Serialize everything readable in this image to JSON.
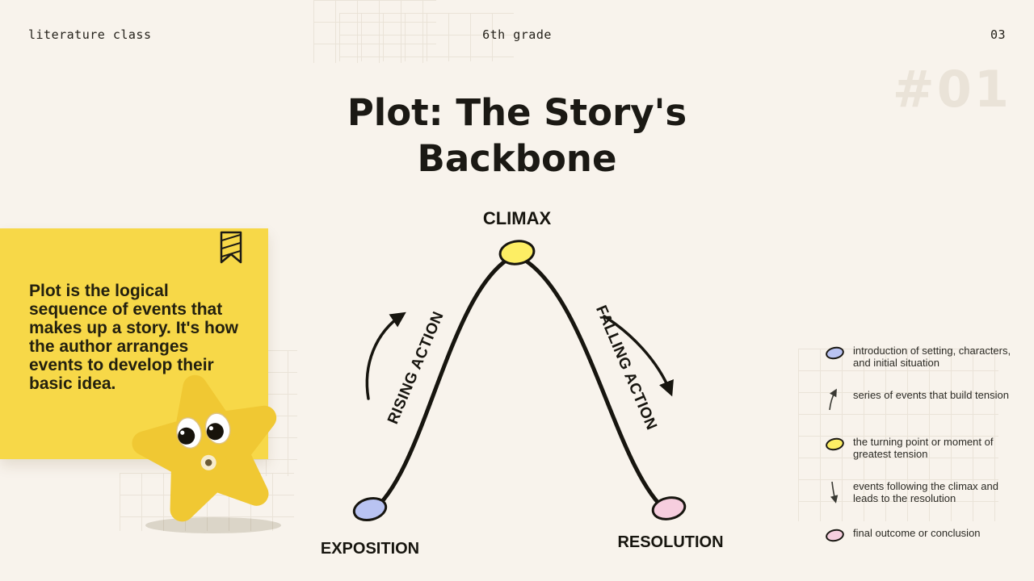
{
  "slide": {
    "course": "literature class",
    "grade": "6th grade",
    "page_number": "03",
    "watermark": "#01",
    "title": "Plot: The Story's Backbone"
  },
  "note": {
    "text": "Plot is the logical sequence of events that makes up a story. It's how the author arranges events to develop their basic idea."
  },
  "diagram": {
    "type": "plot-structure-arc",
    "labels": {
      "climax": "CLIMAX",
      "exposition": "EXPOSITION",
      "resolution": "RESOLUTION",
      "rising_action": "RISING ACTION",
      "falling_action": "FALLING ACTION"
    },
    "point_colors": {
      "exposition": "#b9c3f2",
      "climax": "#fdee64",
      "resolution": "#f6cede"
    }
  },
  "legend": {
    "items": [
      {
        "icon": "exposition-oval",
        "color": "#b9c3f2",
        "text": "introduction of setting, characters, and initial situation"
      },
      {
        "icon": "rising-arrow",
        "text": "series of events that build tension"
      },
      {
        "icon": "climax-oval",
        "color": "#fdee64",
        "text": "the turning point or moment of greatest tension"
      },
      {
        "icon": "falling-arrow",
        "text": "events following the climax and leads to the resolution"
      },
      {
        "icon": "resolution-oval",
        "color": "#f6cede",
        "text": "final outcome or conclusion"
      }
    ]
  },
  "colors": {
    "background": "#f8f3ec",
    "note_yellow": "#f7d848",
    "ink": "#1c1a15",
    "grid": "#e8e1d5",
    "watermark": "#eae3d8"
  }
}
